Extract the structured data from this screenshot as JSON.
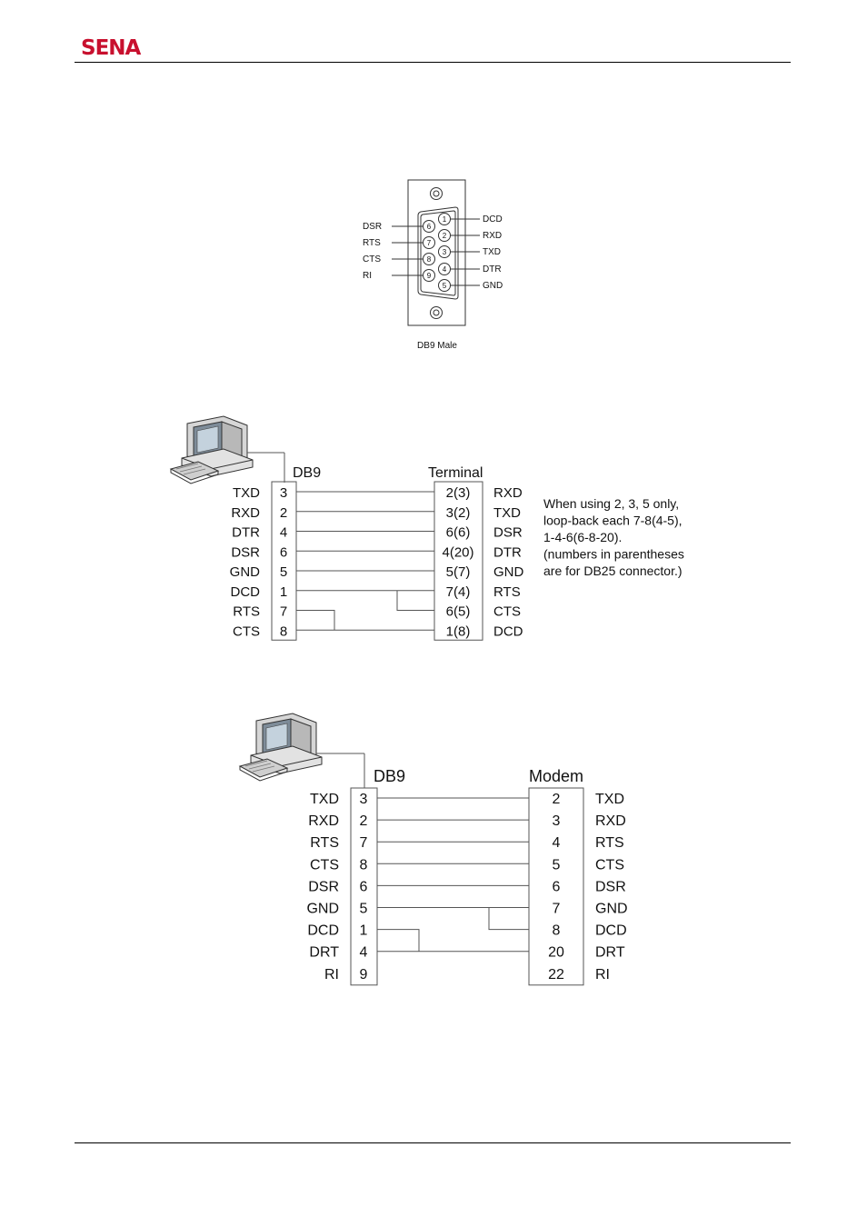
{
  "header": {
    "logo_text": "SENA",
    "logo_color": "#c8102e"
  },
  "db9_male": {
    "caption": "DB9 Male",
    "left_labels": [
      "DSR",
      "RTS",
      "CTS",
      "RI"
    ],
    "right_labels": [
      "DCD",
      "RXD",
      "TXD",
      "DTR",
      "GND"
    ],
    "top_row_pins": [
      "1",
      "2",
      "3",
      "4",
      "5"
    ],
    "bottom_row_pins": [
      "6",
      "7",
      "8",
      "9"
    ]
  },
  "terminal_diagram": {
    "left_title": "DB9",
    "right_title": "Terminal",
    "rows": [
      {
        "left_signal": "TXD",
        "left_pin": "3",
        "right_pin": "2(3)",
        "right_signal": "RXD"
      },
      {
        "left_signal": "RXD",
        "left_pin": "2",
        "right_pin": "3(2)",
        "right_signal": "TXD"
      },
      {
        "left_signal": "DTR",
        "left_pin": "4",
        "right_pin": "6(6)",
        "right_signal": "DSR"
      },
      {
        "left_signal": "DSR",
        "left_pin": "6",
        "right_pin": "4(20)",
        "right_signal": "DTR"
      },
      {
        "left_signal": "GND",
        "left_pin": "5",
        "right_pin": "5(7)",
        "right_signal": "GND"
      },
      {
        "left_signal": "DCD",
        "left_pin": "1",
        "right_pin": "7(4)",
        "right_signal": "RTS"
      },
      {
        "left_signal": "RTS",
        "left_pin": "7",
        "right_pin": "6(5)",
        "right_signal": "CTS"
      },
      {
        "left_signal": "CTS",
        "left_pin": "8",
        "right_pin": "1(8)",
        "right_signal": "DCD"
      }
    ],
    "note_lines": [
      "When using 2, 3, 5 only,",
      "loop-back each 7-8(4-5),",
      "1-4-6(6-8-20).",
      "(numbers in parentheses",
      "are for DB25 connector.)"
    ]
  },
  "modem_diagram": {
    "left_title": "DB9",
    "right_title": "Modem",
    "rows": [
      {
        "left_signal": "TXD",
        "left_pin": "3",
        "right_pin": "2",
        "right_signal": "TXD"
      },
      {
        "left_signal": "RXD",
        "left_pin": "2",
        "right_pin": "3",
        "right_signal": "RXD"
      },
      {
        "left_signal": "RTS",
        "left_pin": "7",
        "right_pin": "4",
        "right_signal": "RTS"
      },
      {
        "left_signal": "CTS",
        "left_pin": "8",
        "right_pin": "5",
        "right_signal": "CTS"
      },
      {
        "left_signal": "DSR",
        "left_pin": "6",
        "right_pin": "6",
        "right_signal": "DSR"
      },
      {
        "left_signal": "GND",
        "left_pin": "5",
        "right_pin": "7",
        "right_signal": "GND"
      },
      {
        "left_signal": "DCD",
        "left_pin": "1",
        "right_pin": "8",
        "right_signal": "DCD"
      },
      {
        "left_signal": "DRT",
        "left_pin": "4",
        "right_pin": "20",
        "right_signal": "DRT"
      },
      {
        "left_signal": "RI",
        "left_pin": "9",
        "right_pin": "22",
        "right_signal": "RI"
      }
    ]
  }
}
